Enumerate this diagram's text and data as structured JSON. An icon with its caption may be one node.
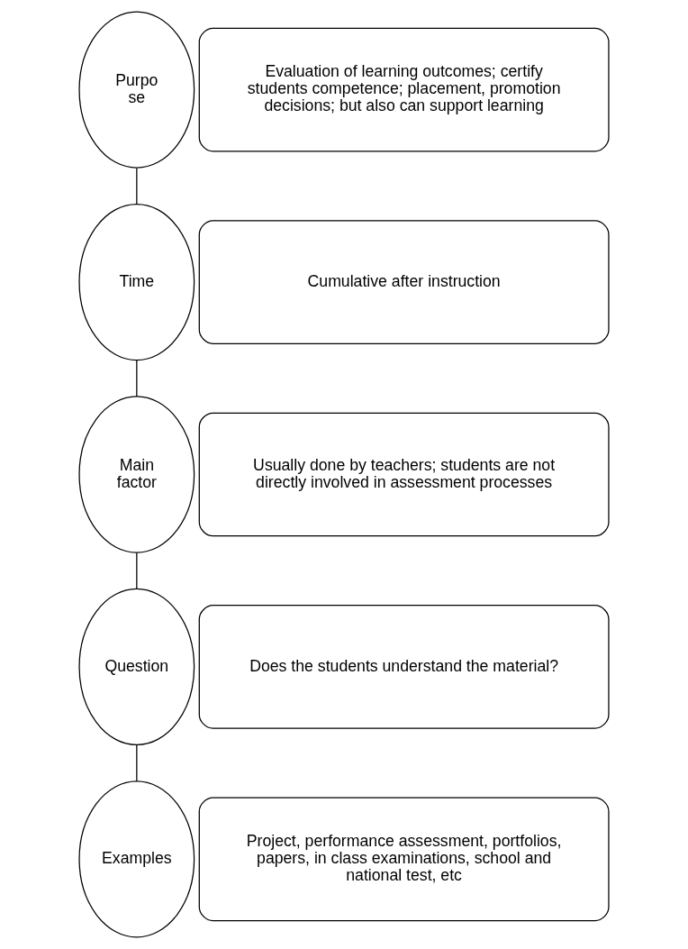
{
  "diagram": {
    "nodes": [
      {
        "text": [
          "Purpo se"
        ]
      },
      {
        "text": [
          "Evaluation of learning outcomes; certify students competence; placement, promotion decisions; but also can support learning"
        ]
      },
      {
        "text": [
          "Time"
        ]
      },
      {
        "text": [
          "Cumulative after instruction"
        ]
      },
      {
        "text": [
          "Main factor"
        ]
      },
      {
        "text": [
          "Usually done by teachers; students are not directly involved in assessment processes"
        ]
      },
      {
        "text": [
          "Question"
        ]
      },
      {
        "text": [
          "Does the students understand the material?"
        ]
      },
      {
        "text": [
          "Examples"
        ]
      },
      {
        "text": [
          "Project, performance assessment, portfolios, papers, in class examinations, school and national test, etc"
        ]
      }
    ],
    "edges": [
      {
        "from": 0,
        "to": 2,
        "arrow": "none"
      },
      {
        "from": 2,
        "to": 4,
        "arrow": "none"
      },
      {
        "from": 4,
        "to": 6,
        "arrow": "none"
      },
      {
        "from": 6,
        "to": 8,
        "arrow": "none"
      }
    ]
  }
}
